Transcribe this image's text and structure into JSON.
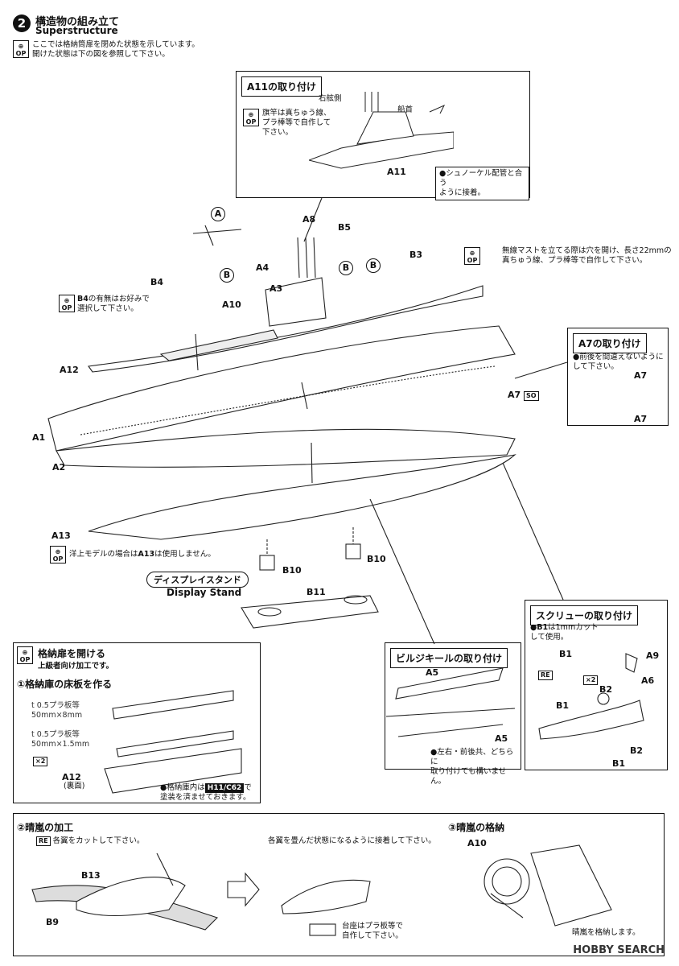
{
  "step": {
    "number": "2",
    "title_jp": "構造物の組み立て",
    "title_en": "Superstructure"
  },
  "op_label": {
    "line1": "⊕",
    "line2": "OP"
  },
  "intro_note": [
    "ここでは格納筒扉を閉めた状態を示しています。",
    "開けた状態は下の図を参照して下さい。"
  ],
  "a11_box": {
    "title": "A11の取り付け",
    "starboard": "右舷側",
    "bow": "船首",
    "note": [
      "旗竿は真ちゅう線、",
      "プラ棒等で自作して",
      "下さい。"
    ],
    "part": "A11",
    "callout": [
      "●シュノーケル配管と合う",
      "ように接着。"
    ]
  },
  "mast_note": [
    "無線マストを立てる際は穴を開け、長さ22mmの",
    "真ちゅう線、プラ棒等で自作して下さい。"
  ],
  "b4_note": {
    "part": "B4",
    "text": [
      "の有無はお好みで",
      "選択して下さい。"
    ]
  },
  "parts": {
    "A": "A",
    "B": "B",
    "A8": "A8",
    "B5": "B5",
    "A4": "A4",
    "A3": "A3",
    "B3": "B3",
    "B4": "B4",
    "A10": "A10",
    "A12": "A12",
    "A1": "A1",
    "A2": "A2",
    "A13": "A13",
    "A7": "A7",
    "B10": "B10",
    "B11": "B11"
  },
  "a7_box": {
    "title": "A7の取り付け",
    "note": [
      "●前後を間違えないように",
      "して下さい。"
    ],
    "part_top": "A7",
    "part_bottom": "A7",
    "so": "SO"
  },
  "a13_note": {
    "prefix": "洋上モデルの場合は",
    "part": "A13",
    "suffix": "は使用しません。"
  },
  "display_stand": {
    "jp": "ディスプレイスタンド",
    "en": "Display Stand"
  },
  "screw_box": {
    "title": "スクリューの取り付け",
    "note_part": "●B1",
    "note": [
      "は1mmカット",
      "して使用。"
    ],
    "b1": "B1",
    "re": "RE",
    "x2": "×2",
    "labels": [
      "A9",
      "B2",
      "A6",
      "B1",
      "B2",
      "B1"
    ]
  },
  "bilge_box": {
    "title": "ビルジキールの取り付け",
    "a5_top": "A5",
    "a5_bottom": "A5",
    "note": [
      "●左右・前後共、どちらに",
      "取り付けても構いません。"
    ]
  },
  "hangar_box": {
    "title": "格納扉を開ける",
    "subtitle": "上級者向け加工です。",
    "step1": "①格納庫の床板を作る",
    "plate1": [
      "t 0.5プラ板等",
      "50mm×8mm"
    ],
    "plate2": [
      "t 0.5プラ板等",
      "50mm×1.5mm"
    ],
    "x2": "×2",
    "a12": "A12",
    "a12_sub": "(裏面)",
    "paint_pre": "●格納庫内は",
    "paint_code": "H11/C62",
    "paint_post": "で",
    "paint_line2": "塗装を済ませておきます。"
  },
  "seiran_box": {
    "step2": "②晴嵐の加工",
    "re": "RE",
    "re_note": "各翼をカットして下さい。",
    "fold_note": "各翼を畳んだ状態になるように接着して下さい。",
    "b13": "B13",
    "b9": "B9",
    "dolly": [
      "台座はプラ板等で",
      "自作して下さい。"
    ],
    "step3": "③晴嵐の格納",
    "a10": "A10",
    "stow": "晴嵐を格納します。"
  },
  "watermark": "HOBBY SEARCH"
}
